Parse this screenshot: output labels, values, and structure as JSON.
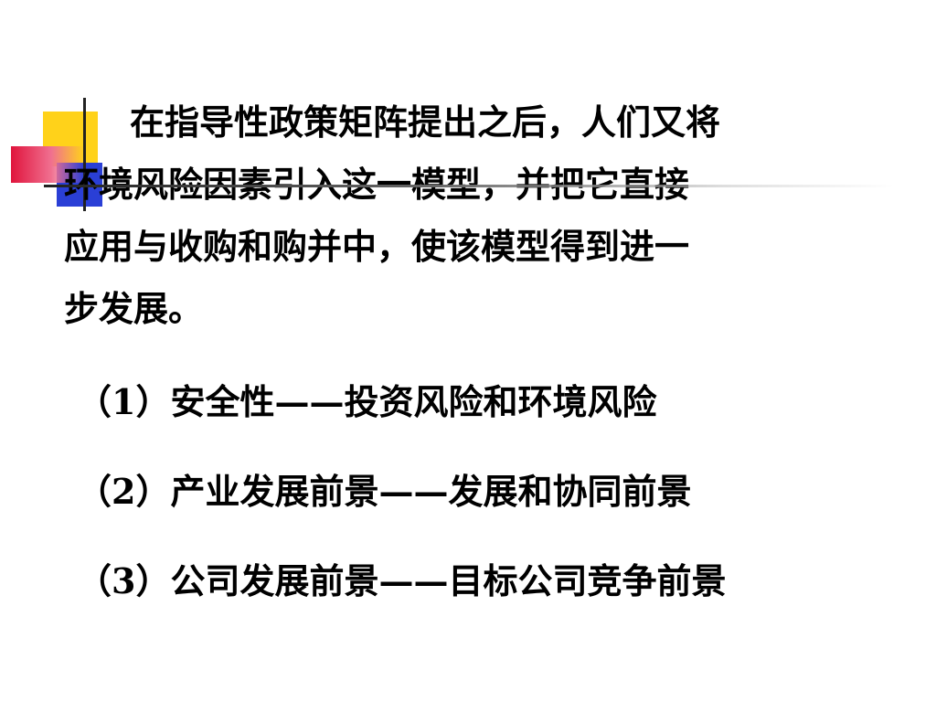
{
  "slide": {
    "paragraph_lines": [
      "在指导性政策矩阵提出之后，人们又将",
      "环境风险因素引入这一模型，并把它直接",
      "应用与收购和购并中，使该模型得到进一",
      "步发展。"
    ],
    "items": [
      "（1）安全性——投资风险和环境风险",
      "（2）产业发展前景——发展和协同前景",
      "（3）公司发展前景——目标公司竞争前景"
    ]
  },
  "colors": {
    "ornament_yellow": "#ffd21a",
    "ornament_blue": "#2a3fd6",
    "ornament_red": "#e0143c",
    "text": "#000000",
    "background": "#ffffff"
  }
}
